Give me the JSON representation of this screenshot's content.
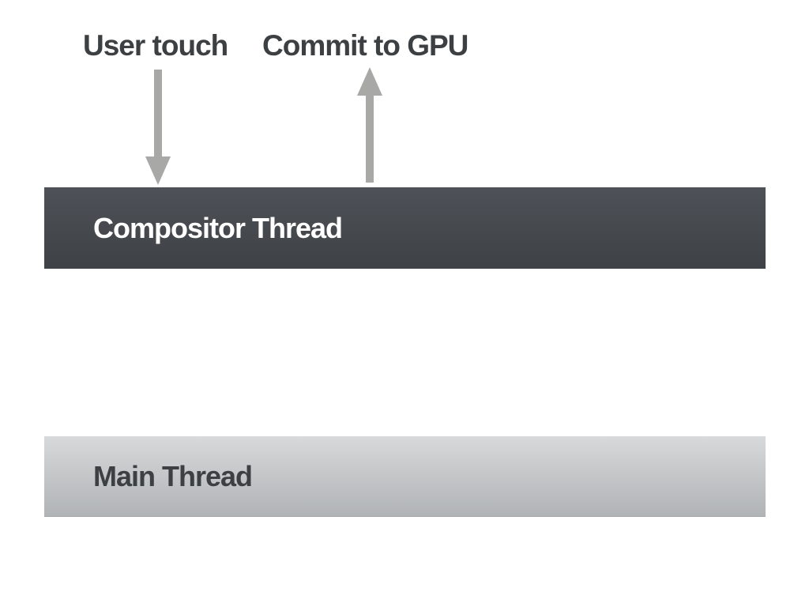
{
  "diagram": {
    "title_labels": {
      "user_touch": "User touch",
      "commit_to_gpu": "Commit to GPU"
    },
    "bars": {
      "compositor": {
        "label": "Compositor Thread"
      },
      "main": {
        "label": "Main Thread"
      }
    },
    "arrows": {
      "user_touch_arrow": "down-arrow",
      "commit_to_gpu_arrow": "up-arrow"
    },
    "colors": {
      "canvas-bg": "#ffffff",
      "label-color": "#3d4043",
      "arrow-color": "#a8a8a6",
      "comp-top": "#4e5258",
      "comp-bottom": "#3e4145",
      "comp-text": "#ffffff",
      "main-top": "#d7d9da",
      "main-bottom": "#b1b4b6",
      "main-text": "#3d4043"
    }
  }
}
